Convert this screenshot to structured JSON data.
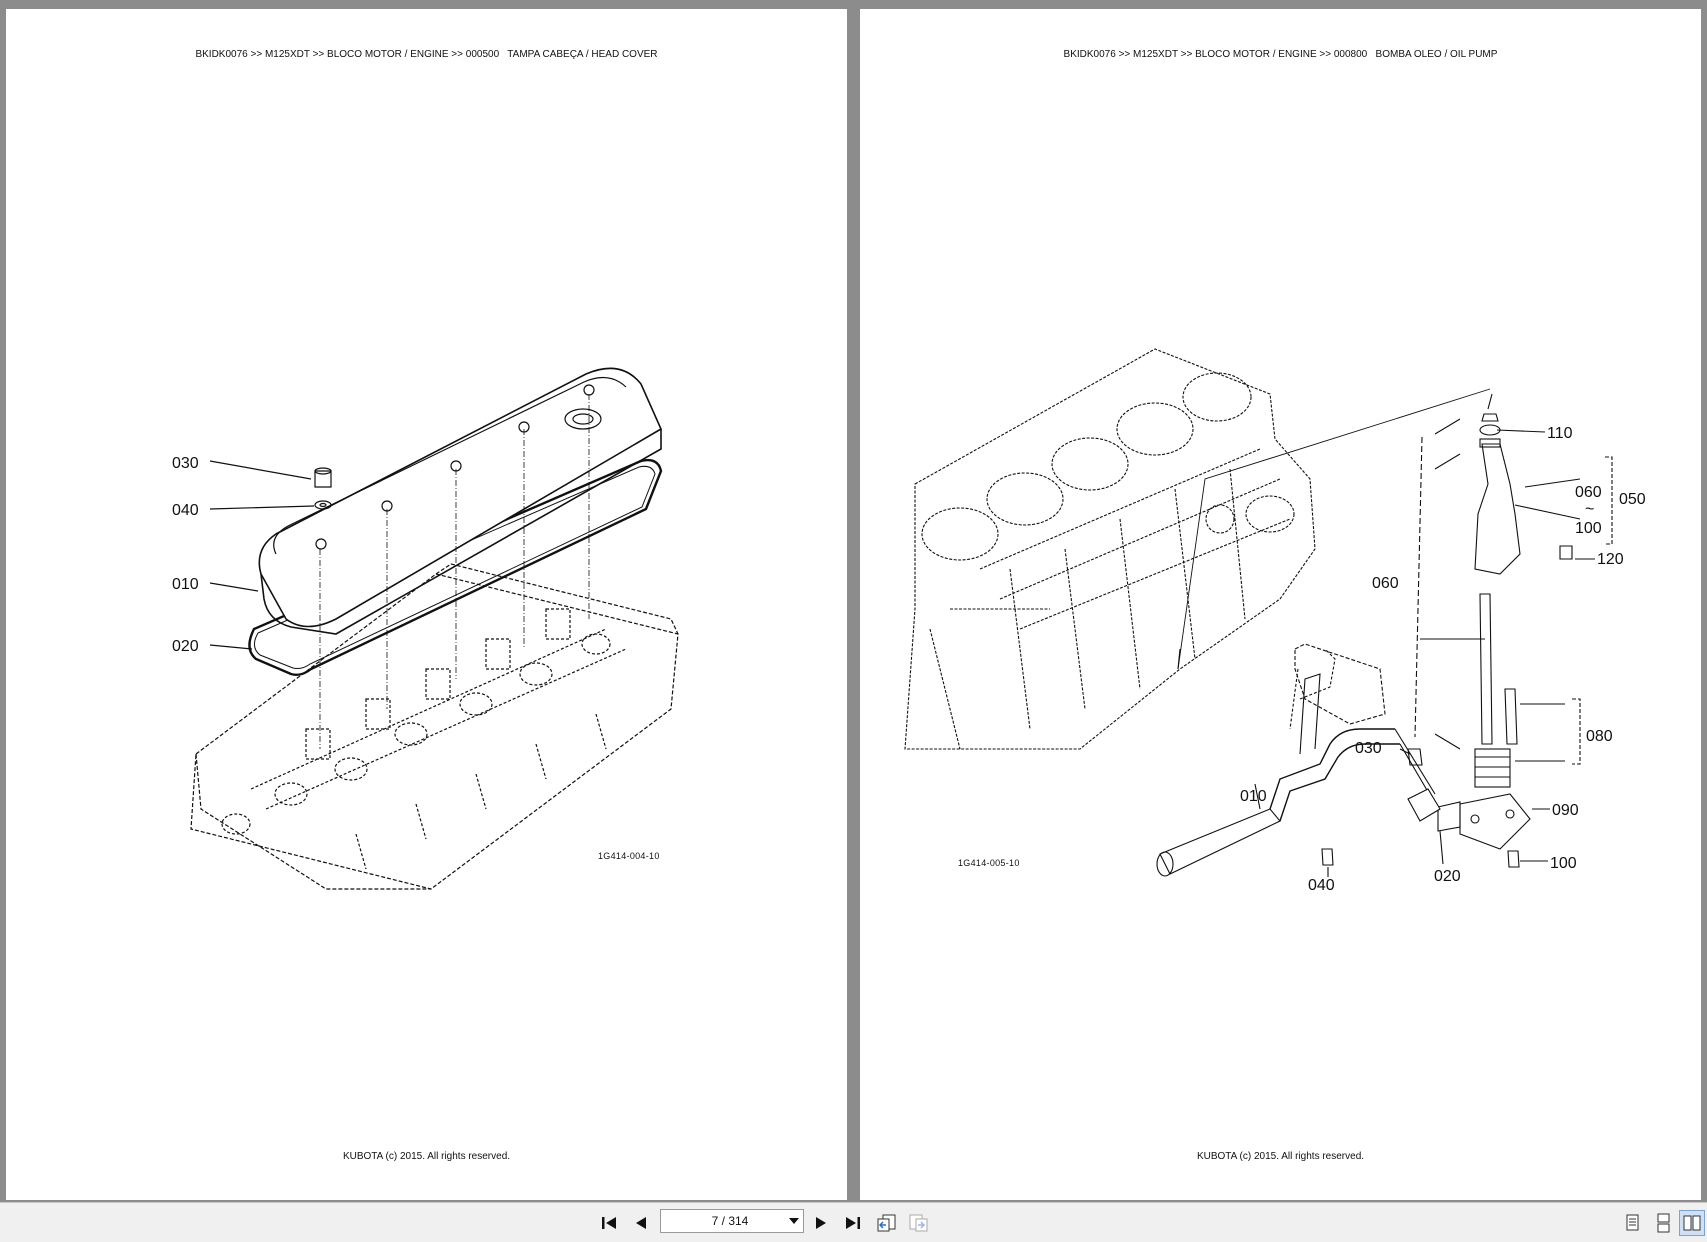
{
  "viewer": {
    "left_page": {
      "header": "BKIDK0076 >> M125XDT >> BLOCO MOTOR / ENGINE >> 000500   TAMPA CABEÇA / HEAD COVER",
      "figure_id": "1G414-004-10",
      "footer": "KUBOTA (c) 2015. All rights reserved.",
      "callouts": [
        "030",
        "040",
        "010",
        "020"
      ]
    },
    "right_page": {
      "header": "BKIDK0076 >> M125XDT >> BLOCO MOTOR / ENGINE >> 000800   BOMBA OLEO / OIL PUMP",
      "figure_id": "1G414-005-10",
      "footer": "KUBOTA (c) 2015. All rights reserved.",
      "callouts": [
        "110",
        "060",
        "~",
        "100",
        "050",
        "120",
        "060",
        "080",
        "030",
        "010",
        "090",
        "040",
        "020",
        "100"
      ]
    }
  },
  "toolbar": {
    "page_indicator": "7 / 314",
    "icons": [
      "first-page-icon",
      "previous-page-icon",
      "next-page-icon",
      "last-page-icon",
      "go-back-view-icon",
      "go-forward-view-icon",
      "single-page-view-icon",
      "continuous-view-icon",
      "two-page-view-icon"
    ]
  },
  "colors": {
    "viewer_background": "#8c8c8c",
    "page": "#ffffff",
    "toolbar": "#f0f0f0",
    "ink": "#111111"
  }
}
